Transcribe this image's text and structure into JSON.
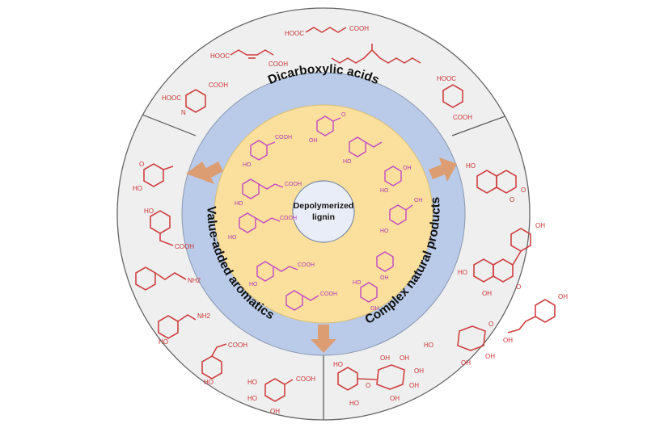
{
  "center_label": {
    "line1": "Depolymerized",
    "line2": "lignin"
  },
  "ring_labels": {
    "top": "Dicarboxylic acids",
    "left": "Value-added aromatics",
    "right": "Complex natural products"
  },
  "colors": {
    "outer_sector": "#efefef",
    "blue_ring": "#b9cbe8",
    "inner_disk": "#fbdf9c",
    "center": "#e9edf7",
    "arrow": "#dd9d72",
    "product_structures": "#d03838",
    "lignin_structures": "#c03cc0"
  },
  "structure_labels": {
    "top": [
      "HOOC",
      "COOH",
      "HOOC",
      "COOH",
      "HOOC",
      "COOH",
      "HOOC",
      "COOH",
      "N"
    ],
    "left": [
      "O",
      "HO",
      "HO",
      "COOH",
      "NH2",
      "HO",
      "NH2",
      "HO",
      "COOH",
      "COOH",
      "HO",
      "HO",
      "OH"
    ],
    "right": [
      "HO",
      "O",
      "O",
      "OH",
      "HO",
      "O",
      "OH",
      "OH",
      "HO",
      "O",
      "OH",
      "OH",
      "OH",
      "HO",
      "OH",
      "HO",
      "O",
      "OH",
      "OH",
      "OH",
      "OH"
    ],
    "inner": [
      "O",
      "OH",
      "HO",
      "COOH",
      "HO",
      "COOH",
      "HO",
      "COOH",
      "HO",
      "OH",
      "HO",
      "HO",
      "OH",
      "COOH",
      "HO",
      "OH",
      "HO",
      "OH",
      "COOH"
    ]
  }
}
